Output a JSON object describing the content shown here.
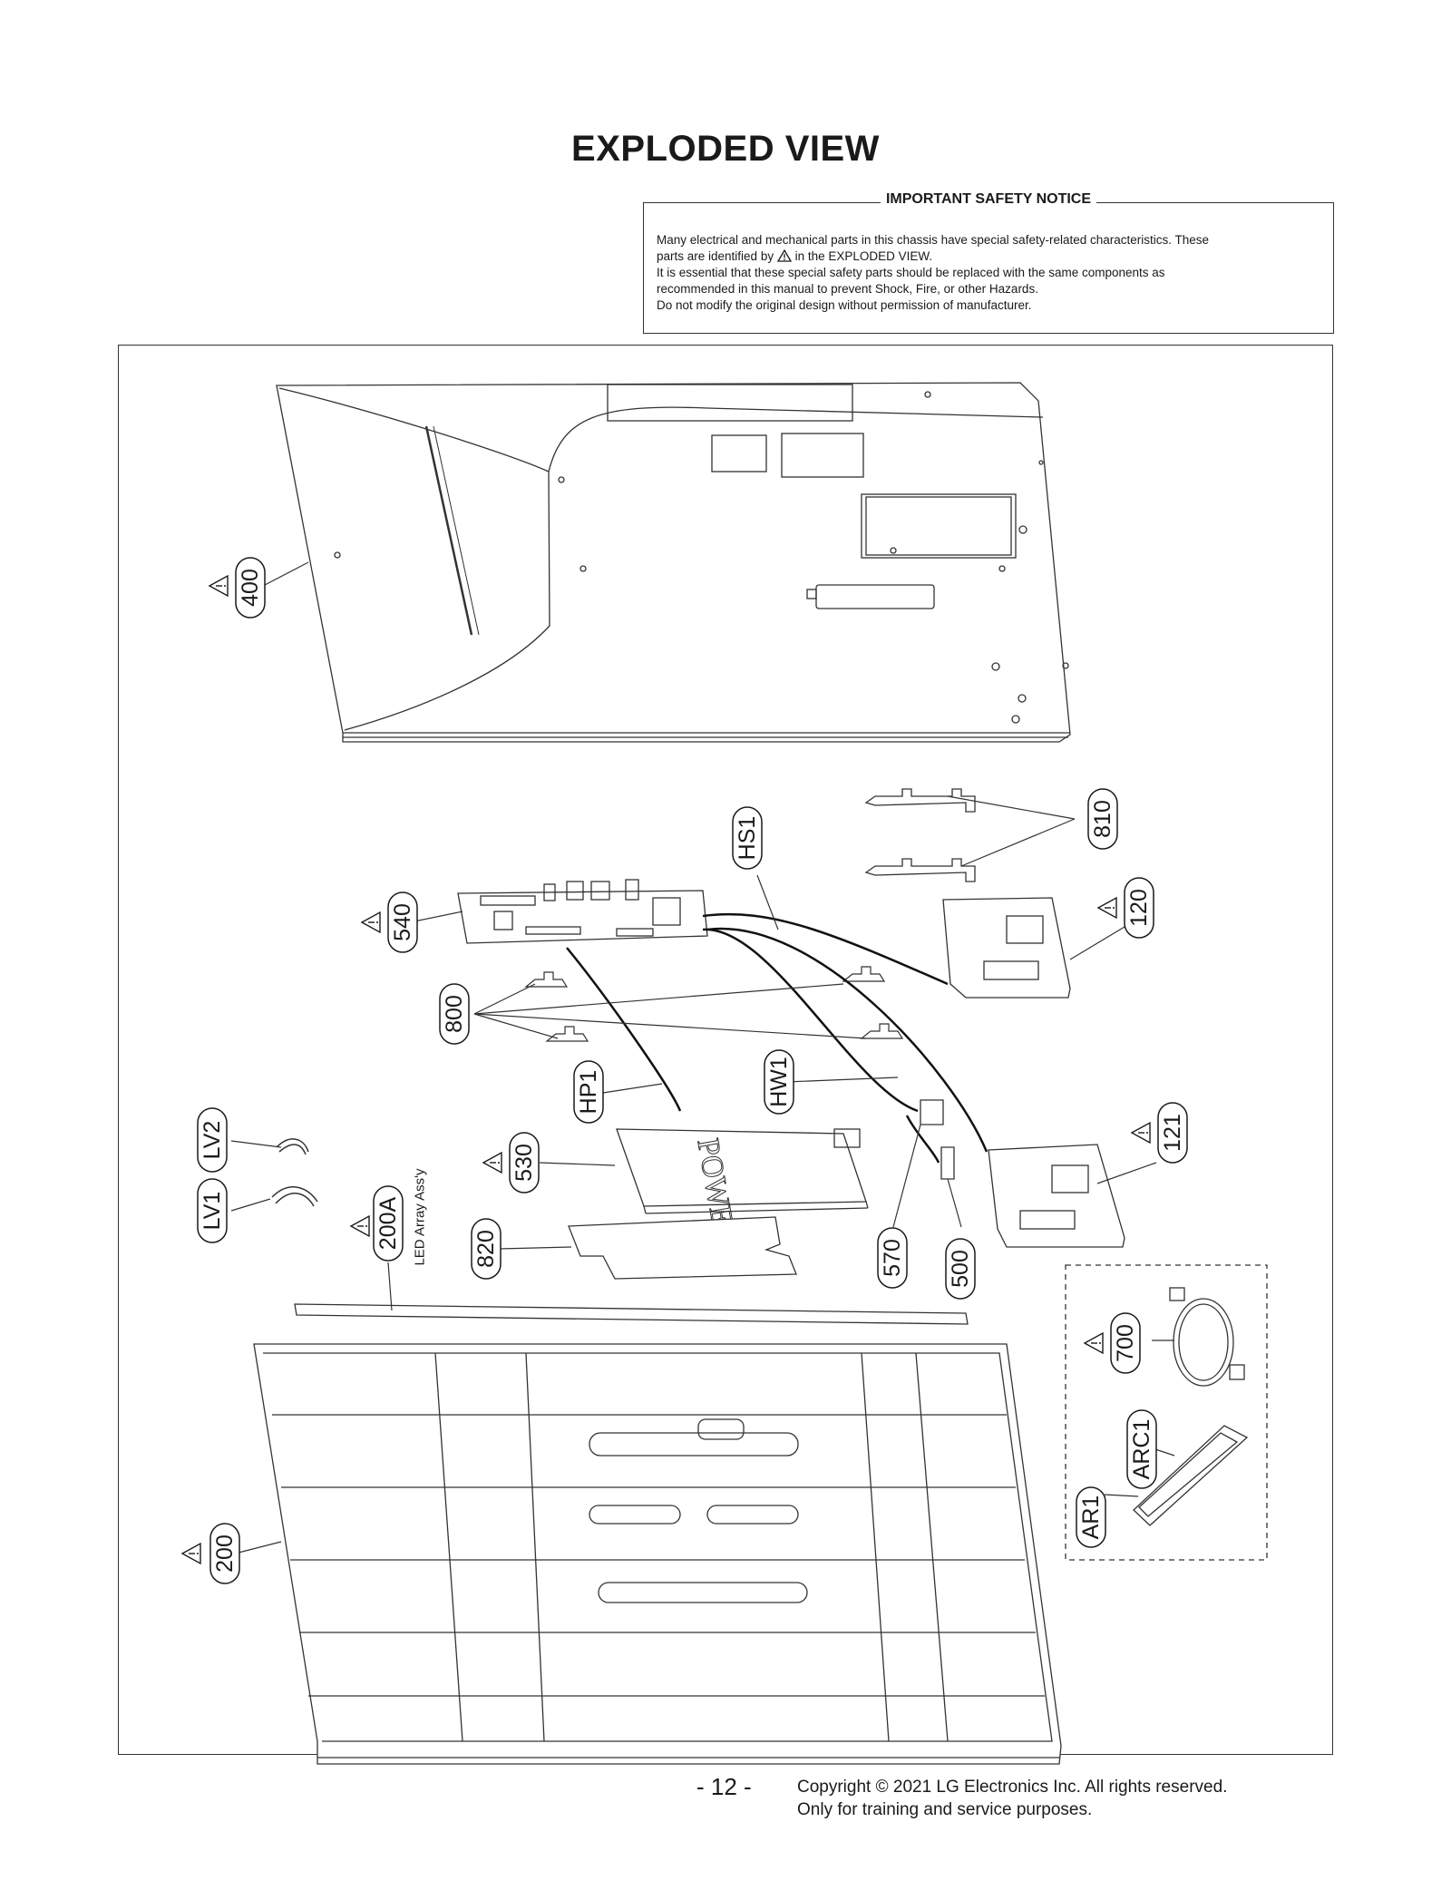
{
  "page": {
    "title": "EXPLODED VIEW"
  },
  "notice": {
    "title": "IMPORTANT SAFETY NOTICE",
    "line1": "Many electrical and mechanical parts in this chassis have special safety-related characteristics. These",
    "line2_a": "parts are identified by",
    "line2_b": "in the EXPLODED VIEW.",
    "line3": "It is essential that these special safety parts should be replaced with the same components as",
    "line4": "recommended in this manual to prevent Shock, Fire, or other Hazards.",
    "line5": "Do not modify the original design without permission of manufacturer."
  },
  "callouts": [
    {
      "id": "400",
      "safety": true
    },
    {
      "id": "HS1",
      "safety": false
    },
    {
      "id": "810",
      "safety": false
    },
    {
      "id": "540",
      "safety": true
    },
    {
      "id": "120",
      "safety": true
    },
    {
      "id": "800",
      "safety": false
    },
    {
      "id": "HP1",
      "safety": false
    },
    {
      "id": "HW1",
      "safety": false
    },
    {
      "id": "121",
      "safety": true
    },
    {
      "id": "LV2",
      "safety": false
    },
    {
      "id": "530",
      "safety": true
    },
    {
      "id": "LV1",
      "safety": false
    },
    {
      "id": "200A",
      "safety": true
    },
    {
      "id": "820",
      "safety": false
    },
    {
      "id": "570",
      "safety": false
    },
    {
      "id": "500",
      "safety": false
    },
    {
      "id": "700",
      "safety": true
    },
    {
      "id": "ARC1",
      "safety": false
    },
    {
      "id": "AR1",
      "safety": false
    },
    {
      "id": "200",
      "safety": true
    }
  ],
  "annotations": {
    "led_array": "LED Array Ass'y",
    "power_text": "POWER"
  },
  "footer": {
    "page_number": "- 12 -",
    "copyright": "Copyright © 2021 LG Electronics Inc. All rights reserved.",
    "service_note": "Only for training and service purposes."
  }
}
